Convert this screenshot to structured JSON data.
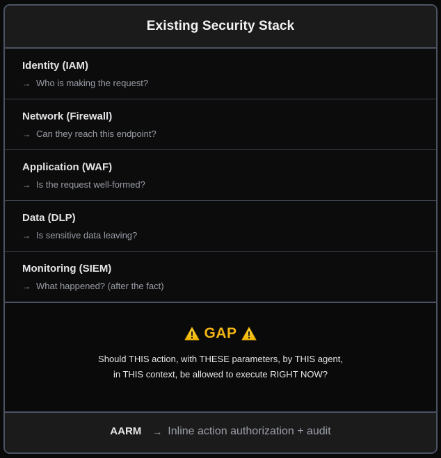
{
  "header": {
    "title": "Existing Security Stack"
  },
  "layers": [
    {
      "name": "Identity (IAM)",
      "arrow": "→",
      "question": "Who is making the request?"
    },
    {
      "name": "Network (Firewall)",
      "arrow": "→",
      "question": "Can they reach this endpoint?"
    },
    {
      "name": "Application (WAF)",
      "arrow": "→",
      "question": "Is the request well-formed?"
    },
    {
      "name": "Data (DLP)",
      "arrow": "→",
      "question": "Is sensitive data leaving?"
    },
    {
      "name": "Monitoring (SIEM)",
      "arrow": "→",
      "question": "What happened? (after the fact)"
    }
  ],
  "gap": {
    "icon": "warning-icon",
    "title": "GAP",
    "line1": "Should THIS action, with THESE parameters, by THIS agent,",
    "line2": "in THIS context, be allowed to execute RIGHT NOW?",
    "accent_color": "#f2b514"
  },
  "footer": {
    "label": "AARM",
    "arrow": "→",
    "description": "Inline action authorization + audit"
  },
  "colors": {
    "background": "#0a0a0b",
    "panel": "#1b1b1c",
    "border": "#4b5363",
    "warning": "#f2b514"
  }
}
